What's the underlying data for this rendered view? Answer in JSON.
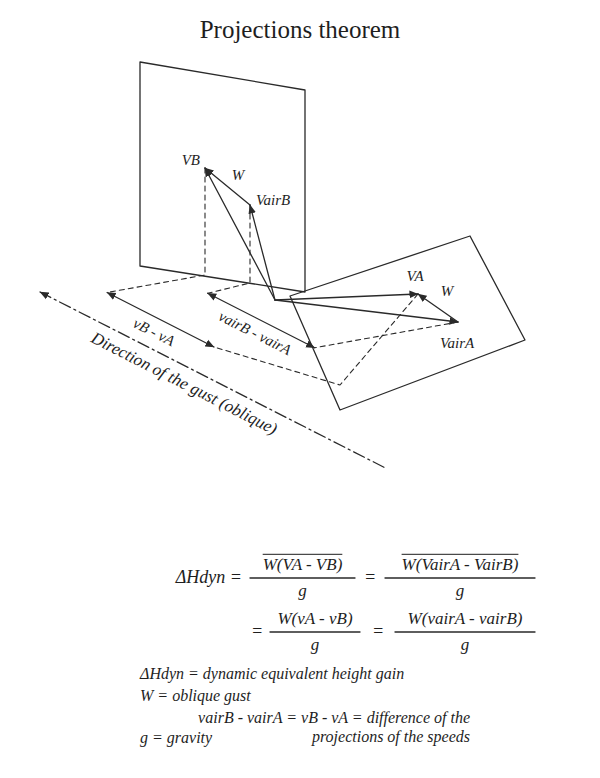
{
  "diagram": {
    "title": "Projections theorem",
    "labels": [
      "VB",
      "W",
      "VairB",
      "VA",
      "W",
      "VairA",
      "vB - vA",
      "vairB - vairA",
      "Direction of the gust (oblique)",
      "ΔHdyn =",
      "W(VA - VB)",
      "g",
      "=",
      "W(VairA - VairB)",
      "g",
      "=",
      "W(vA - vB)",
      "g",
      "=",
      "W(vairA - vairB)",
      "g",
      "ΔHdyn = dynamic equivalent height gain",
      "W = oblique gust",
      "vairB - vairA = vB - vA = difference of the projections of the speeds",
      "g = gravity"
    ]
  }
}
